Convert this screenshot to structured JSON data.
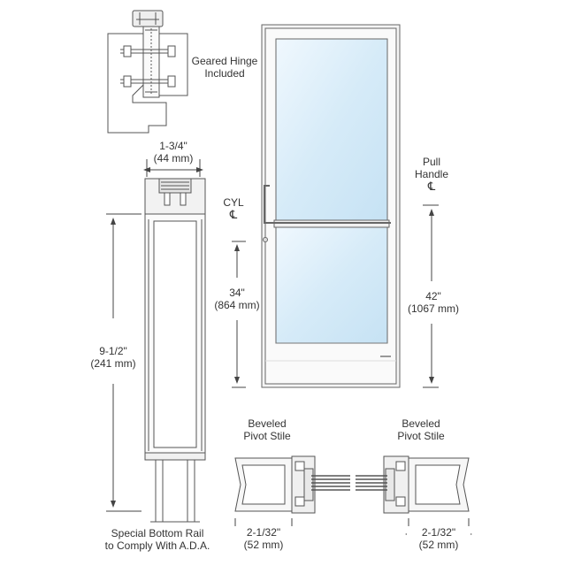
{
  "labels": {
    "hinge": [
      "Geared Hinge",
      "Included"
    ],
    "stile_width": [
      "1-3/4\"",
      "(44 mm)"
    ],
    "cyl": "CYL",
    "cyl_height": [
      "34\"",
      "(864 mm)"
    ],
    "pull": [
      "Pull",
      "Handle"
    ],
    "pull_height": [
      "42\"",
      "(1067 mm)"
    ],
    "rail_height": [
      "9-1/2\"",
      "(241 mm)"
    ],
    "beveled_left": [
      "Beveled",
      "Pivot Stile"
    ],
    "beveled_right": [
      "Beveled",
      "Pivot Stile"
    ],
    "stile_left_dim": [
      "2-1/32\"",
      "(52 mm)"
    ],
    "stile_right_dim": [
      "2-1/32\"",
      "(52 mm)"
    ],
    "bottom_rail_note": [
      "Special Bottom Rail",
      "to Comply With A.D.A."
    ],
    "centerline_symbol": "℄"
  },
  "colors": {
    "line": "#555555",
    "frame": "#f4f4f4",
    "glass": "#d8ecf8",
    "dim": "#444444"
  }
}
